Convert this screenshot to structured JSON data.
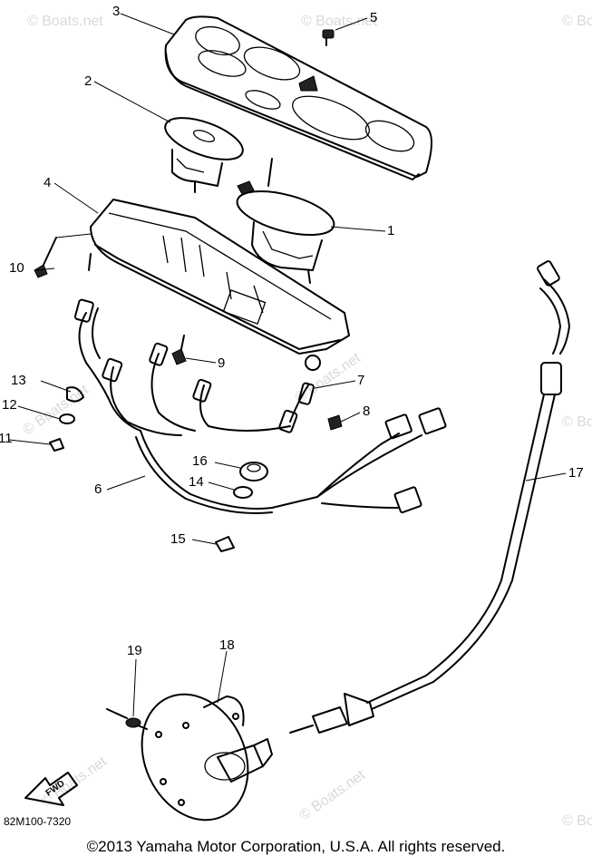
{
  "watermark": "© Boats.net",
  "callouts": [
    "1",
    "2",
    "3",
    "4",
    "5",
    "6",
    "7",
    "8",
    "9",
    "10",
    "11",
    "12",
    "13",
    "14",
    "15",
    "16",
    "17",
    "18",
    "19"
  ],
  "arrow_label": "FWD",
  "reference_code": "82M100-7320",
  "copyright": "©2013 Yamaha Motor Corporation, U.S.A. All rights reserved."
}
